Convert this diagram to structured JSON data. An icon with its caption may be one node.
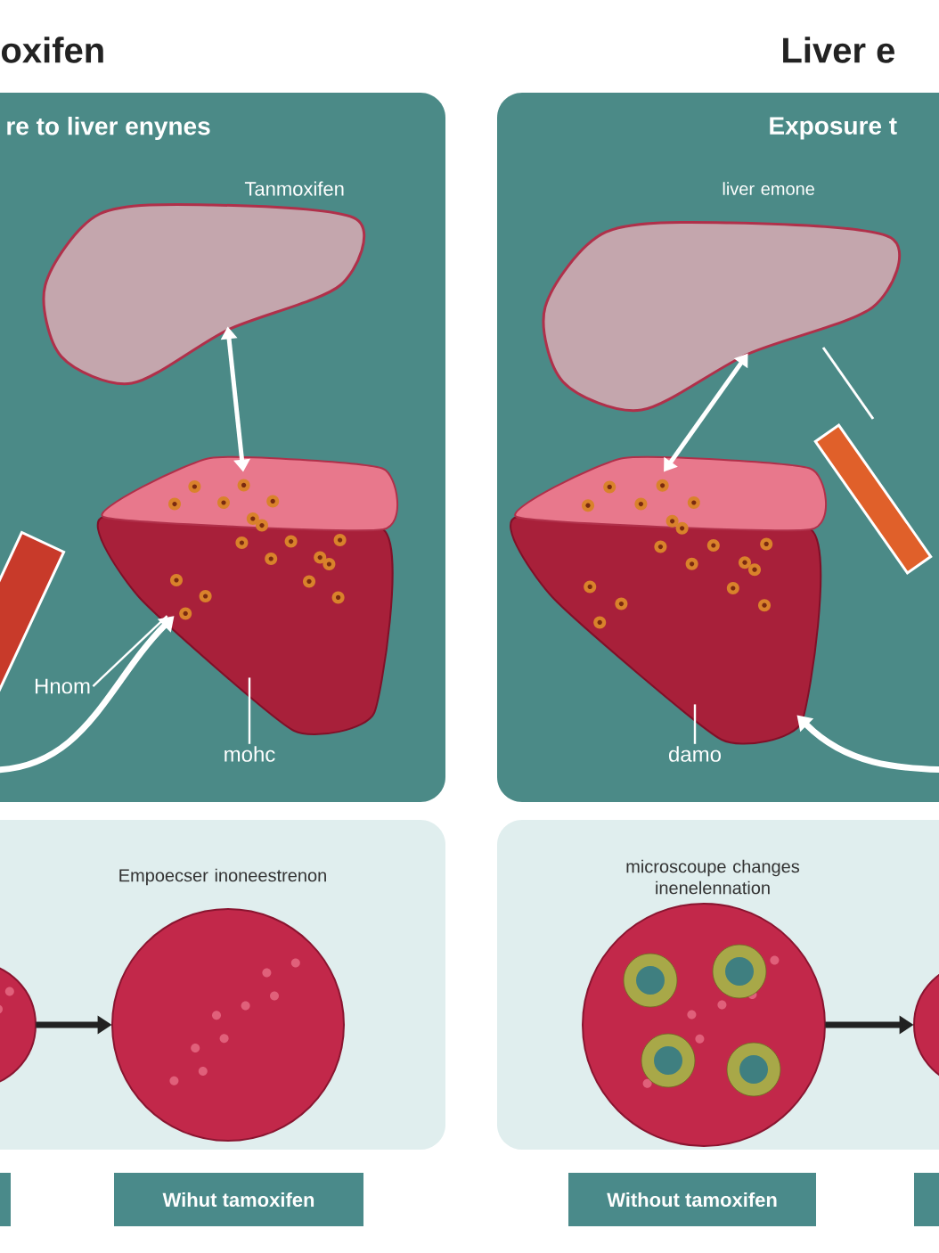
{
  "diagram": {
    "nodes": [
      {
        "text": [
          "re to liver enynes"
        ]
      },
      {
        "text": [],
        "shape": "picture",
        "in": 0,
        "beside": [
          "Tanmoxifen"
        ]
      },
      {
        "text": [],
        "shape": "picture",
        "in": 0
      },
      {
        "text": [
          "Hnom"
        ],
        "in": 0
      },
      {
        "text": [
          "mohc"
        ],
        "in": 0
      },
      {
        "text": [
          "Exposure t"
        ]
      },
      {
        "text": [],
        "shape": "picture",
        "in": 5,
        "beside": [
          "liver emone"
        ]
      },
      {
        "text": [],
        "shape": "picture",
        "in": 5
      },
      {
        "text": [
          "damo"
        ],
        "in": 5
      },
      {
        "text": [
          "Empoecser inoneestrenon"
        ]
      },
      {
        "text": [],
        "shape": "picture",
        "in": 9
      },
      {
        "text": [],
        "shape": "picture",
        "in": 9
      },
      {
        "text": [
          "microscoupe changes inenelennation"
        ]
      },
      {
        "text": [],
        "shape": "picture",
        "in": 12
      },
      {
        "text": [],
        "shape": "circle",
        "in": 12
      },
      {
        "text": [],
        "shape": "box"
      },
      {
        "text": [
          "Wihut tamoxifen"
        ]
      },
      {
        "text": [
          "Without tamoxifen"
        ]
      },
      {
        "text": [],
        "shape": "box"
      }
    ],
    "edges": [
      {
        "from": 1,
        "to": 2,
        "arrow": "both"
      },
      {
        "from": null,
        "to": 2,
        "arrow": "to"
      },
      {
        "from": 3,
        "to": 2,
        "arrow": "none"
      },
      {
        "from": 4,
        "to": 2,
        "arrow": "none"
      },
      {
        "from": 6,
        "to": 7,
        "arrow": "both"
      },
      {
        "from": null,
        "to": 7,
        "arrow": "to"
      },
      {
        "from": 8,
        "to": 7,
        "arrow": "none"
      },
      {
        "from": 10,
        "to": 11,
        "arrow": "to",
        "color": "#222222"
      },
      {
        "from": 13,
        "to": 14,
        "arrow": "to",
        "color": "#222222"
      }
    ],
    "labels": [
      "oxifen",
      "Liver e"
    ]
  }
}
